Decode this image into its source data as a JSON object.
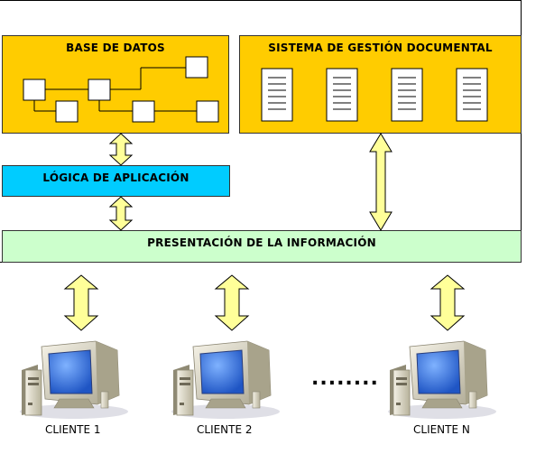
{
  "boxes": {
    "database": "BASE DE DATOS",
    "document_system": "SISTEMA DE GESTIÓN DOCUMENTAL",
    "app_logic": "LÓGICA DE APLICACIÓN",
    "presentation": "PRESENTACIÓN DE LA INFORMACIÓN"
  },
  "clients": [
    "CLIENTE 1",
    "CLIENTE 2",
    "CLIENTE N"
  ],
  "ellipsis": "........",
  "colors": {
    "data_tier": "#ffcc00",
    "logic_tier": "#00ccff",
    "presentation_tier": "#ccffcc",
    "arrow_fill": "#ffff99",
    "monitor_screen": "#3a7de0"
  }
}
